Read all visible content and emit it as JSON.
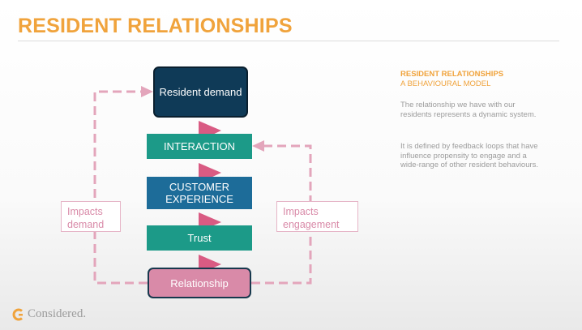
{
  "slide": {
    "title": "RESIDENT RELATIONSHIPS"
  },
  "diagram": {
    "nodes": {
      "resident_demand": "Resident demand",
      "interaction": "INTERACTION",
      "customer_experience": "CUSTOMER EXPERIENCE",
      "trust": "Trust",
      "relationship": "Relationship"
    },
    "feedback_labels": {
      "left": "Impacts demand",
      "right": "Impacts engagement"
    },
    "colors": {
      "navy": "#0f3a57",
      "teal": "#1c9a88",
      "blue": "#1d6c99",
      "pink": "#d98aa8",
      "arrow": "#d95b83",
      "accent_orange": "#f0a33c"
    }
  },
  "side_panel": {
    "heading": "RESIDENT RELATIONSHIPS",
    "subheading": "A BEHAVIOURAL MODEL",
    "paragraph1": "The relationship we have with our residents represents a dynamic system.",
    "paragraph2": "It is defined by feedback loops that have influence propensity to engage and a wide-range of other resident behaviours."
  },
  "footer": {
    "logo_text": "Considered.",
    "logo_icon": "considered-logo-icon"
  }
}
